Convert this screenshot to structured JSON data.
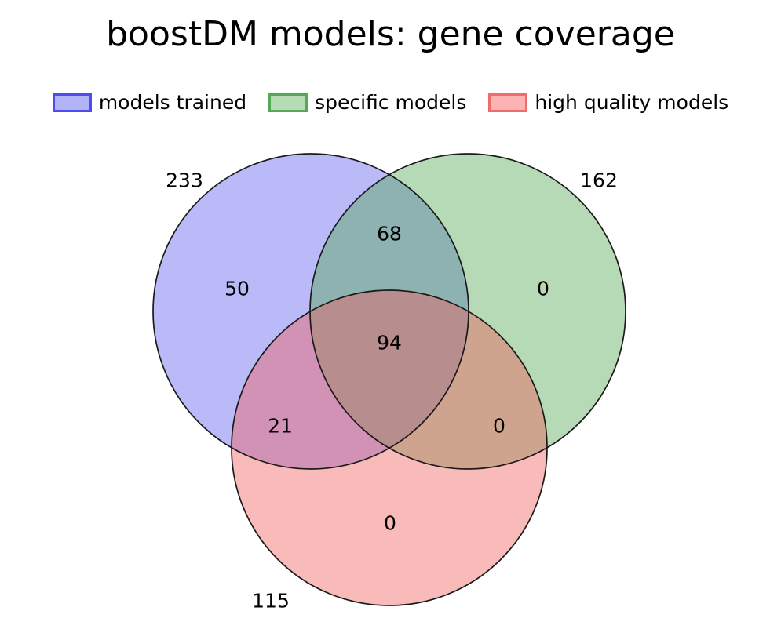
{
  "chart_data": {
    "type": "venn",
    "title": "boostDM models: gene coverage",
    "sets": [
      {
        "key": "A",
        "label": "models trained",
        "total": 233,
        "fill": "#b3b3f7",
        "edge": "#4c4cf0"
      },
      {
        "key": "B",
        "label": "specific models",
        "total": 162,
        "fill": "#b6dcb6",
        "edge": "#56a856"
      },
      {
        "key": "C",
        "label": "high quality models",
        "total": 115,
        "fill": "#fcb3b3",
        "edge": "#f26a6a"
      }
    ],
    "regions": [
      {
        "id": "A-only",
        "label": "models trained only",
        "value": 50
      },
      {
        "id": "B-only",
        "label": "specific models only",
        "value": 0
      },
      {
        "id": "C-only",
        "label": "high quality models only",
        "value": 0
      },
      {
        "id": "AB",
        "label": "models trained and specific models",
        "value": 68
      },
      {
        "id": "AC",
        "label": "models trained and high quality models",
        "value": 21
      },
      {
        "id": "BC",
        "label": "specific models and high quality models",
        "value": 0
      },
      {
        "id": "ABC",
        "label": "all three sets",
        "value": 94
      }
    ],
    "set_totals": {
      "A": 233,
      "B": 162,
      "C": 115
    },
    "overlap_colors": {
      "AB": "#7ba3b5",
      "AC": "#c87db0",
      "BC": "#c79279",
      "ABC": "#a1737f"
    },
    "background": "#ffffff",
    "outline": "#262626",
    "legend_position": "top-center",
    "grid": false
  },
  "title": {
    "text": "boostDM models: gene coverage"
  },
  "legend": {
    "entries": [
      {
        "label": "models trained",
        "fill": "#b3b3f7",
        "edge": "#4c4cf0"
      },
      {
        "label": "specific models",
        "fill": "#b6dcb6",
        "edge": "#56a856"
      },
      {
        "label": "high quality models",
        "fill": "#fcb3b3",
        "edge": "#f26a6a"
      }
    ]
  },
  "venn": {
    "counts": {
      "a_only": "50",
      "b_only": "0",
      "c_only": "0",
      "ab": "68",
      "ac": "21",
      "bc": "0",
      "abc": "94"
    },
    "totals": {
      "a": "233",
      "b": "162",
      "c": "115"
    }
  }
}
